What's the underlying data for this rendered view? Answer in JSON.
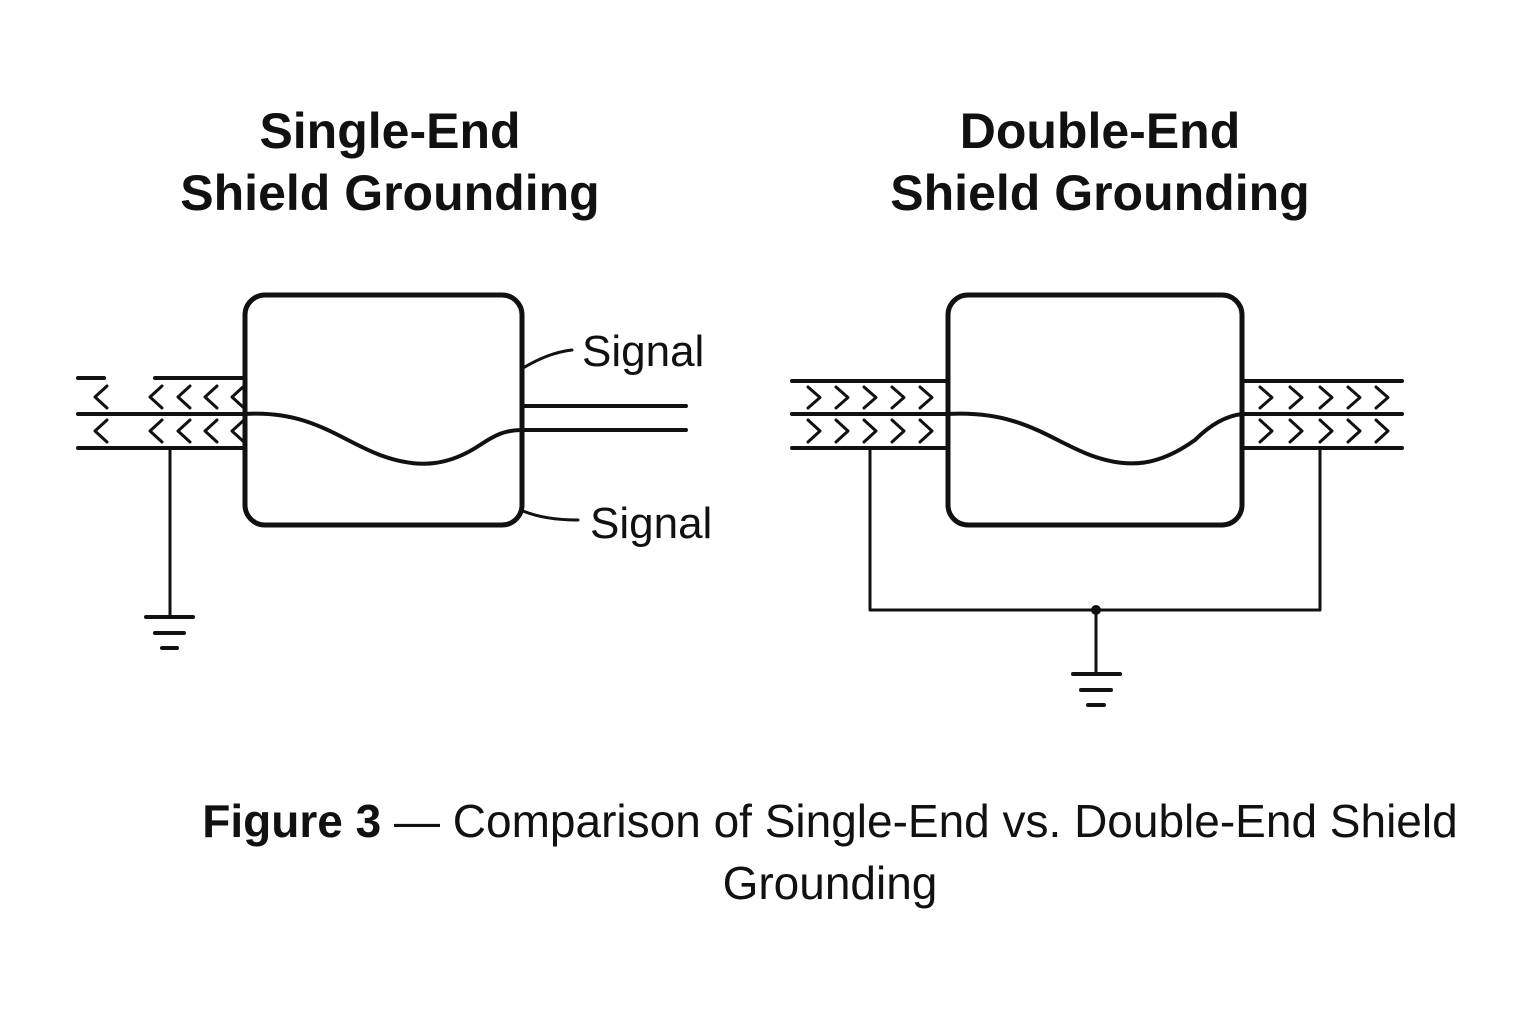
{
  "panels": [
    {
      "id": "single-end",
      "title_line1": "Single-End",
      "title_line2": "Shield Grounding",
      "labels": [
        "Signal",
        "Signal"
      ],
      "ground_points": 1
    },
    {
      "id": "double-end",
      "title_line1": "Double-End",
      "title_line2": "Shield Grounding",
      "labels": [],
      "ground_points": 2
    }
  ],
  "caption": {
    "figure_label": "Figure 3",
    "separator": " — ",
    "text": "Comparison of Single-End vs. Double-End Shield Grounding"
  },
  "colors": {
    "ink": "#111111",
    "background": "#ffffff"
  }
}
